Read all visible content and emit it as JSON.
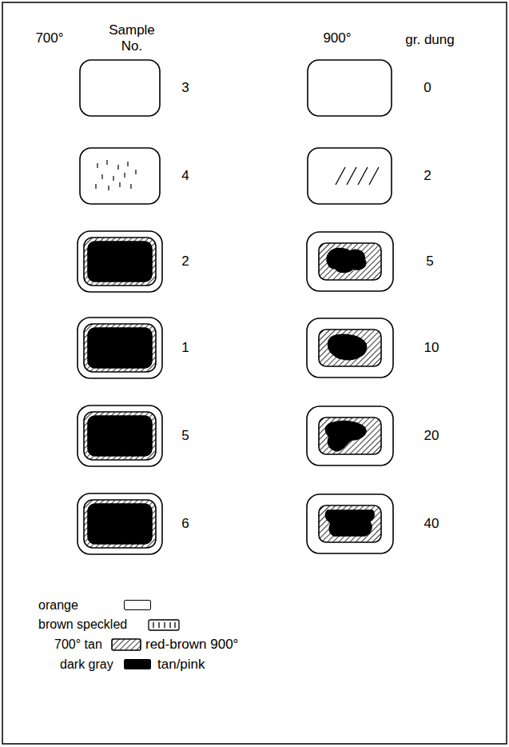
{
  "diagram": {
    "labels": [
      "700°",
      "Sample No.",
      "900°",
      "gr. dung",
      "3",
      "4",
      "2",
      "1",
      "5",
      "6",
      "0",
      "2",
      "5",
      "10",
      "20",
      "40",
      "red-brown 900°",
      "tan/pink"
    ],
    "legend": [
      {
        "text": "orange",
        "color": "#ffffff"
      },
      {
        "text": "brown speckled"
      },
      {
        "text": "700° tan"
      },
      {
        "text": "dark gray",
        "color": "#000000"
      }
    ]
  }
}
